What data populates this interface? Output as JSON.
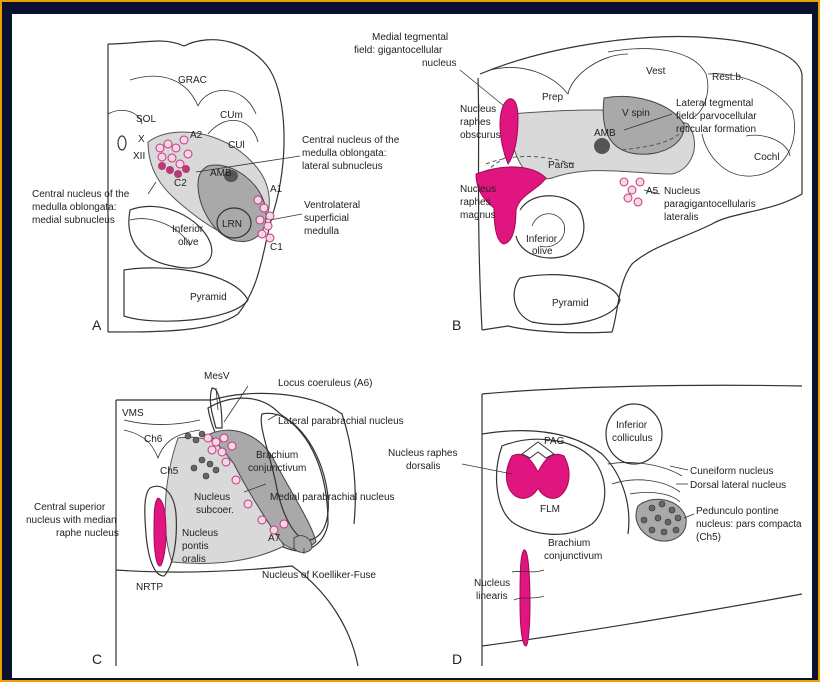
{
  "colors": {
    "frame": "#e8a200",
    "background": "#0b1030",
    "pink": "#e0157f",
    "grey_light": "#d9d9d9",
    "grey_dark": "#a9a9a9"
  },
  "panels": {
    "A": {
      "letter": "A",
      "labels": {
        "grac": "GRAC",
        "cum": "CUm",
        "cul": "CUl",
        "sol": "SOL",
        "x": "X",
        "xii": "XII",
        "a2": "A2",
        "c2": "C2",
        "amb": "AMB",
        "a1": "A1",
        "lrn": "LRN",
        "c1": "C1",
        "inferior": "Inferior",
        "olive": "olive",
        "pyramid": "Pyramid"
      },
      "callouts": {
        "central_lateral": [
          "Central nucleus of the",
          "medulla oblongata:",
          "lateral subnucleus"
        ],
        "central_medial": [
          "Central nucleus of the",
          "medulla oblongata:",
          "medial subnucleus"
        ],
        "ventrolateral": [
          "Ventrolateral",
          "superficial",
          "medulla"
        ]
      }
    },
    "B": {
      "letter": "B",
      "labels": {
        "prep": "Prep",
        "vest": "Vest",
        "restb": "Rest.b.",
        "vspin": "V spin",
        "amb": "AMB",
        "pars": "Parsα",
        "cochl": "Cochl",
        "a5": "A5",
        "inferior": "Inferior",
        "olive": "olive",
        "pyramid": "Pyramid"
      },
      "callouts": {
        "medial_tegmental": [
          "Medial tegmental",
          "field: gigantocellular",
          "nucleus"
        ],
        "raphes_obscurus": [
          "Nucleus",
          "raphes",
          "obscurus"
        ],
        "raphes_magnus": [
          "Nucleus",
          "raphes",
          "magnus"
        ],
        "lateral_tegmental": [
          "Lateral tegmental",
          "field: parvocellular",
          "reticular formation"
        ],
        "paragigantocellularis": [
          "Nucleus",
          "paragigantocellularis",
          "lateralis"
        ]
      }
    },
    "C": {
      "letter": "C",
      "labels": {
        "vms": "VMS",
        "ch6": "Ch6",
        "ch5": "Ch5",
        "mesv": "MesV",
        "nucleus": "Nucleus",
        "subcoer": "subcoer.",
        "a7": "A7",
        "brachium": "Brachium",
        "conjunctivum": "conjunctivum",
        "pontis1": "Nucleus",
        "pontis2": "pontis",
        "pontis3": "oralis",
        "nrtp": "NRTP"
      },
      "callouts": {
        "locus": "Locus coeruleus (A6)",
        "lateral_parabrachial": "Lateral parabrachial nucleus",
        "medial_parabrachial": "Medial parabrachial nucleus",
        "central_superior": [
          "Central superior",
          "nucleus with median",
          "raphe nucleus"
        ],
        "koelliker": "Nucleus of Koelliker-Fuse"
      }
    },
    "D": {
      "letter": "D",
      "labels": {
        "pag": "PAG",
        "flm": "FLM",
        "inferior": "Inferior",
        "colliculus": "colliculus"
      },
      "callouts": {
        "raphes_dorsalis": [
          "Nucleus raphes",
          "dorsalis"
        ],
        "cuneiform": "Cuneiform nucleus",
        "dorsal_lateral": "Dorsal lateral nucleus",
        "pedunculo": [
          "Pedunculo pontine",
          "nucleus: pars compacta",
          "(Ch5)"
        ],
        "brachium": [
          "Brachium",
          "conjunctivum"
        ],
        "linearis": [
          "Nucleus",
          "linearis"
        ]
      }
    }
  }
}
